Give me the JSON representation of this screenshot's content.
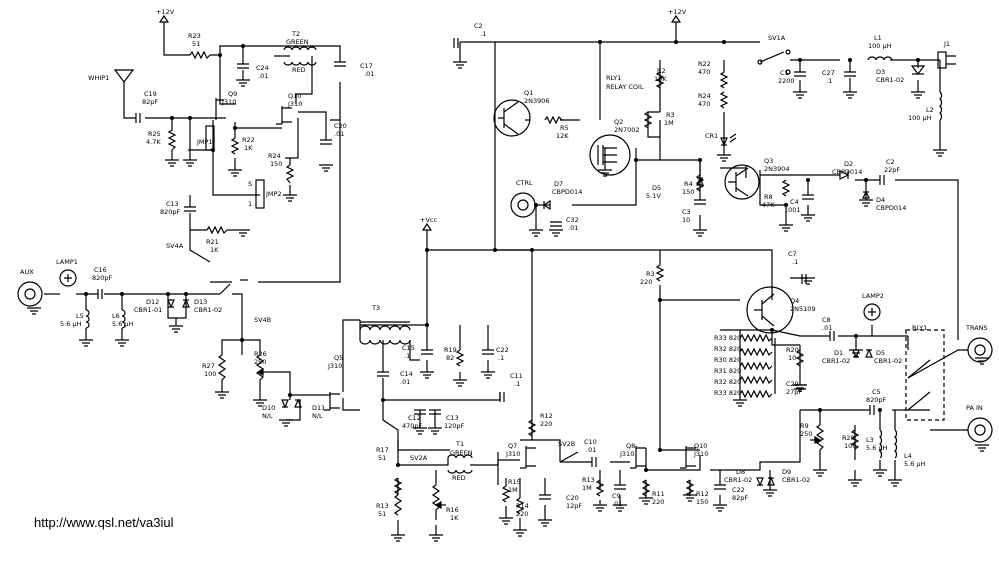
{
  "url": "http://www.qsl.net/va3iul",
  "supplies": {
    "vcc_left": "+12V",
    "vcc_mid": "+12V",
    "vcc_local": "+Vcc"
  },
  "switches": {
    "sv1a": "SV1A",
    "sv4a": "SV4A",
    "sv4b": "SV4B",
    "sv2a": "SV2A",
    "sv2b": "SV2B"
  },
  "connectors": {
    "whip": "WHIP1",
    "aux": "AUX",
    "ctrl": "CTRL",
    "trans": "TRANS",
    "pa_in": "PA IN",
    "j1": "J1"
  },
  "lamps": {
    "lamp1": "LAMP1",
    "lamp2": "LAMP2"
  },
  "jumpers": {
    "jmp1": "JMP1",
    "jmp2": "JMP2",
    "pin_s": "S",
    "pin_1": "1"
  },
  "relay": {
    "rly1": "RLY1",
    "rly1_coil_ref": "RLY1",
    "rly1_coil_desc": "RELAY COIL"
  },
  "transformers": {
    "t2": "T2",
    "t2_green": "GREEN",
    "t2_red": "RED",
    "t3": "T3",
    "t1": "T1",
    "t1_green": "GREEN",
    "t1_red": "RED"
  },
  "transistors": [
    {
      "ref": "Q9",
      "part": "J310"
    },
    {
      "ref": "Q10",
      "part": "J310"
    },
    {
      "ref": "Q1",
      "part": "2N3906"
    },
    {
      "ref": "Q2",
      "part": "2N7002"
    },
    {
      "ref": "Q3",
      "part": "2N3904"
    },
    {
      "ref": "Q4",
      "part": "2N5109"
    },
    {
      "ref": "Q5",
      "part": "J310"
    },
    {
      "ref": "Q7",
      "part": "J310"
    },
    {
      "ref": "Q8",
      "part": "J310"
    },
    {
      "ref": "Q10",
      "part": "J310"
    }
  ],
  "resistors": [
    {
      "ref": "R23",
      "val": "51"
    },
    {
      "ref": "R25",
      "val": "4.7K"
    },
    {
      "ref": "R22",
      "val": "1K"
    },
    {
      "ref": "R24",
      "val": "150"
    },
    {
      "ref": "R21",
      "val": "1K"
    },
    {
      "ref": "R27",
      "val": "100"
    },
    {
      "ref": "R26",
      "val": "250"
    },
    {
      "ref": "R5",
      "val": "12K"
    },
    {
      "ref": "R2",
      "val": "10K"
    },
    {
      "ref": "R3",
      "val": "1M"
    },
    {
      "ref": "R22",
      "val": "470"
    },
    {
      "ref": "R24",
      "val": "470"
    },
    {
      "ref": "R4",
      "val": "150"
    },
    {
      "ref": "R8",
      "val": "47K"
    },
    {
      "ref": "R3",
      "val": "220"
    },
    {
      "ref": "R19",
      "val": "82"
    },
    {
      "ref": "R17",
      "val": "51"
    },
    {
      "ref": "R13",
      "val": "51"
    },
    {
      "ref": "R16",
      "val": "1K"
    },
    {
      "ref": "R12",
      "val": "220"
    },
    {
      "ref": "R15",
      "val": "1M"
    },
    {
      "ref": "R14",
      "val": "220"
    },
    {
      "ref": "R13",
      "val": "1M"
    },
    {
      "ref": "R11",
      "val": "220"
    },
    {
      "ref": "R12",
      "val": "150"
    },
    {
      "ref": "R20",
      "val": "10"
    },
    {
      "ref": "R9",
      "val": "250"
    },
    {
      "ref": "R28",
      "val": "100"
    }
  ],
  "r_bank": [
    "R33 820",
    "R32 820",
    "R30 820",
    "R31 820",
    "R32 820",
    "R33 820"
  ],
  "capacitors": [
    {
      "ref": "C2",
      "val": ".1"
    },
    {
      "ref": "C24",
      "val": ".01"
    },
    {
      "ref": "C17",
      "val": ".01"
    },
    {
      "ref": "C19",
      "val": "82pF"
    },
    {
      "ref": "C20",
      "val": ".01"
    },
    {
      "ref": "C13",
      "val": "820pF"
    },
    {
      "ref": "C16",
      "val": "820pF"
    },
    {
      "ref": "C1",
      "val": "2200"
    },
    {
      "ref": "C27",
      "val": ".1"
    },
    {
      "ref": "C32",
      "val": ".01"
    },
    {
      "ref": "C3",
      "val": "10"
    },
    {
      "ref": "C4",
      "val": ".001"
    },
    {
      "ref": "C2",
      "val": "22pF"
    },
    {
      "ref": "C7",
      "val": ".1"
    },
    {
      "ref": "C15",
      "val": ".1"
    },
    {
      "ref": "C22",
      "val": ".1"
    },
    {
      "ref": "C14",
      "val": ".01"
    },
    {
      "ref": "C11",
      "val": ".1"
    },
    {
      "ref": "C12",
      "val": "470pF"
    },
    {
      "ref": "C13",
      "val": "120pF"
    },
    {
      "ref": "C10",
      "val": ".01"
    },
    {
      "ref": "C20",
      "val": "12pF"
    },
    {
      "ref": "C9",
      "val": ".01"
    },
    {
      "ref": "C22",
      "val": "82pF"
    },
    {
      "ref": "C8",
      "val": ".01"
    },
    {
      "ref": "C29",
      "val": "27pF"
    },
    {
      "ref": "C5",
      "val": "820pF"
    }
  ],
  "inductors": [
    {
      "ref": "L1",
      "val": "100 µH"
    },
    {
      "ref": "L2",
      "val": "100 µH"
    },
    {
      "ref": "L5",
      "val": "5.6 µH"
    },
    {
      "ref": "L6",
      "val": "5.6 µH"
    },
    {
      "ref": "L3",
      "val": "5.6 µH"
    },
    {
      "ref": "L4",
      "val": "5.6 µH"
    }
  ],
  "diodes": [
    {
      "ref": "D3",
      "part": "CBR1-02"
    },
    {
      "ref": "CR1",
      "part": ""
    },
    {
      "ref": "D7",
      "part": "CBPD014"
    },
    {
      "ref": "D5",
      "part": "5.1V"
    },
    {
      "ref": "D2",
      "part": "CBPD014"
    },
    {
      "ref": "D4",
      "part": "CBPD014"
    },
    {
      "ref": "D12",
      "part": "CBR1-01"
    },
    {
      "ref": "D13",
      "part": "CBR1-02"
    },
    {
      "ref": "D10",
      "part": "N/L"
    },
    {
      "ref": "D11",
      "part": "N/L"
    },
    {
      "ref": "D1",
      "part": "CBR1-02"
    },
    {
      "ref": "D5",
      "part": "CBR1-02"
    },
    {
      "ref": "D8",
      "part": "CBR1-02"
    },
    {
      "ref": "D9",
      "part": "CBR1-02"
    }
  ]
}
